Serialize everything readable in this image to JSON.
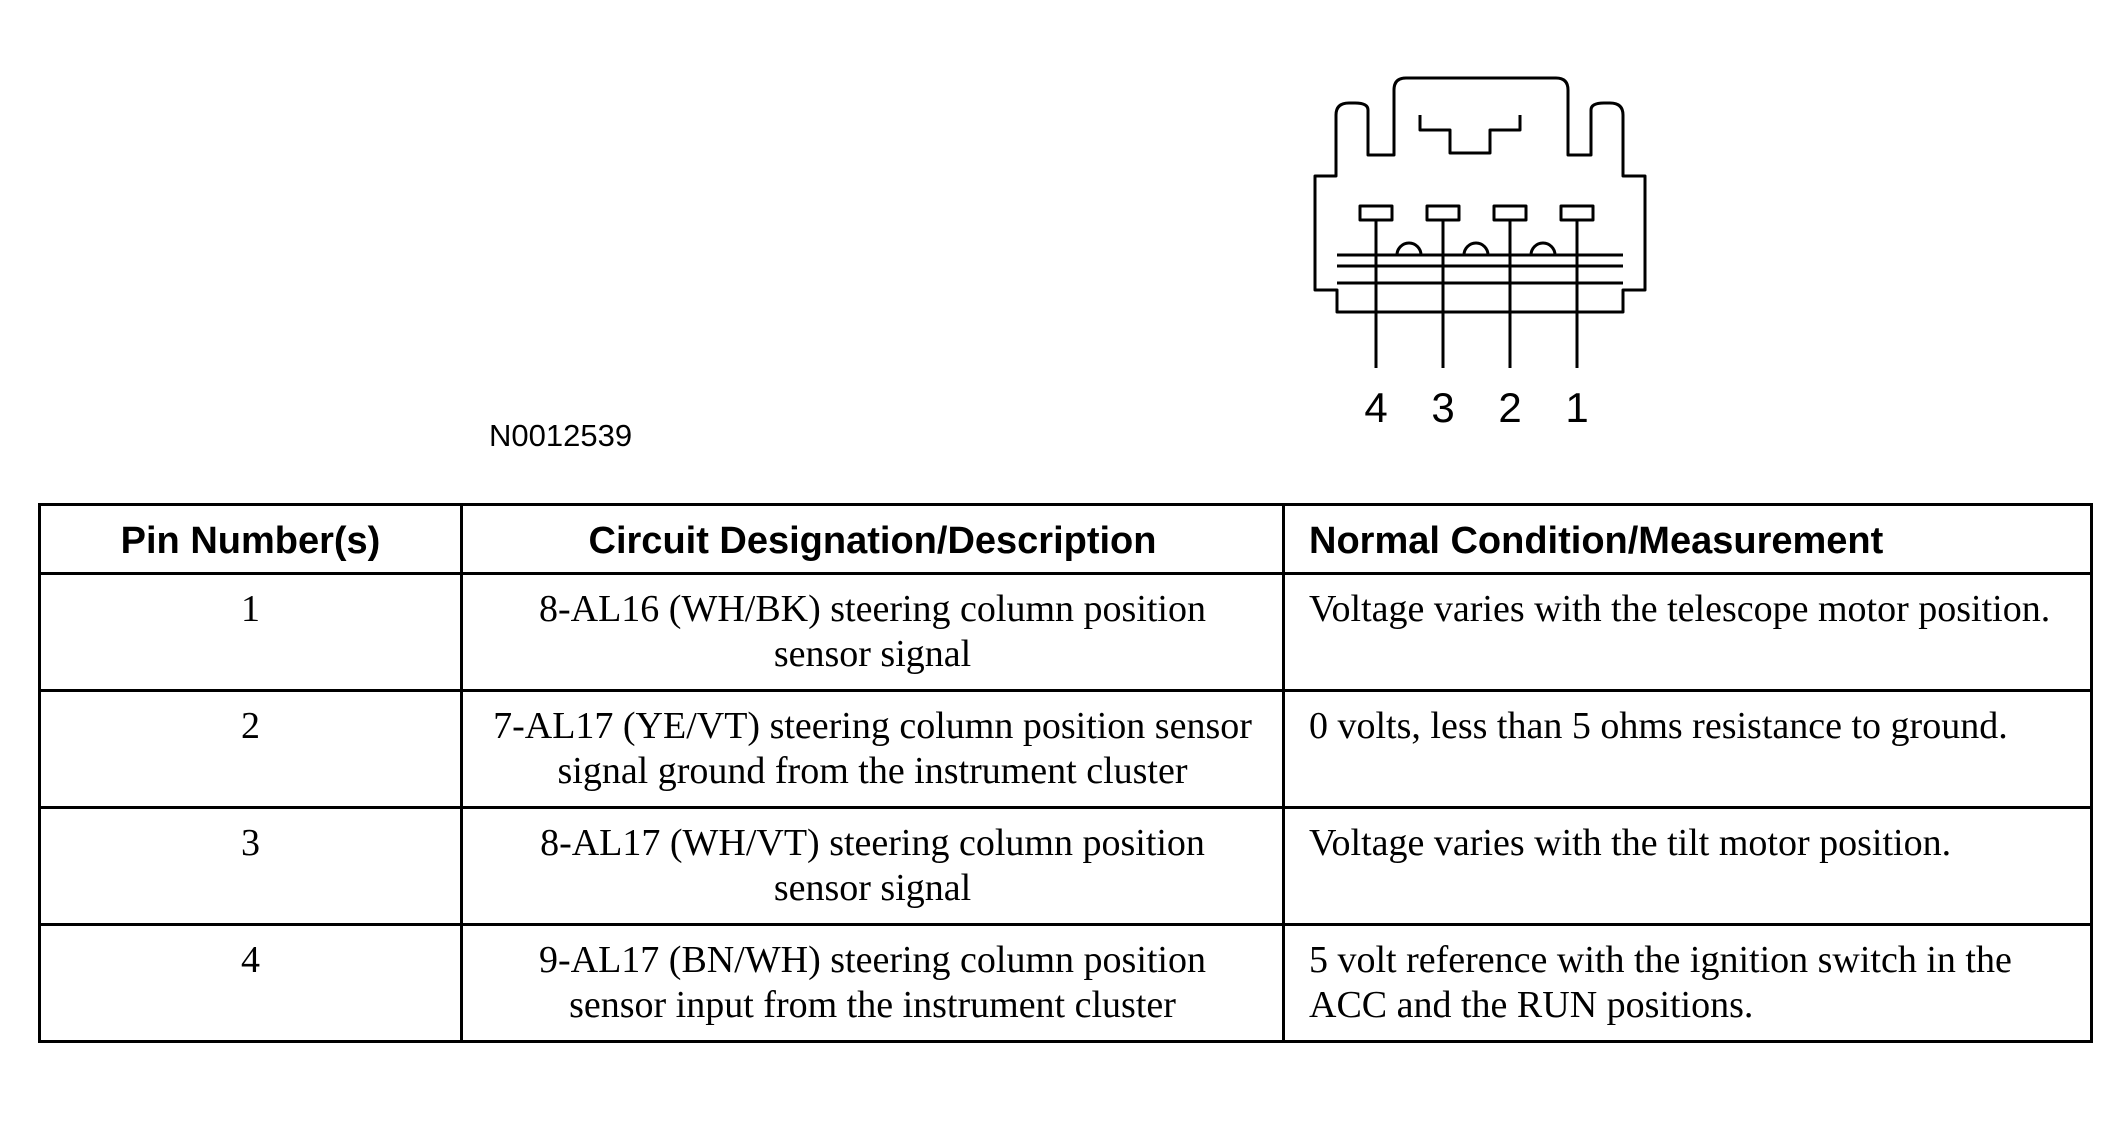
{
  "diagram": {
    "figure_id": "N0012539",
    "pin_labels": [
      "4",
      "3",
      "2",
      "1"
    ]
  },
  "table": {
    "headers": [
      "Pin Number(s)",
      "Circuit Designation/Description",
      "Normal Condition/Measurement"
    ],
    "rows": [
      {
        "pin": "1",
        "circuit": "8-AL16 (WH/BK) steering column position sensor signal",
        "measurement": "Voltage varies with the telescope motor position."
      },
      {
        "pin": "2",
        "circuit": "7-AL17 (YE/VT) steering column position sensor signal ground from the instrument cluster",
        "measurement": "0 volts, less than 5 ohms resistance to ground."
      },
      {
        "pin": "3",
        "circuit": "8-AL17 (WH/VT) steering column position sensor signal",
        "measurement": "Voltage varies with the tilt motor position."
      },
      {
        "pin": "4",
        "circuit": "9-AL17 (BN/WH) steering column position sensor input from the instrument cluster",
        "measurement": "5 volt reference with the ignition switch in the ACC and the RUN positions."
      }
    ]
  }
}
